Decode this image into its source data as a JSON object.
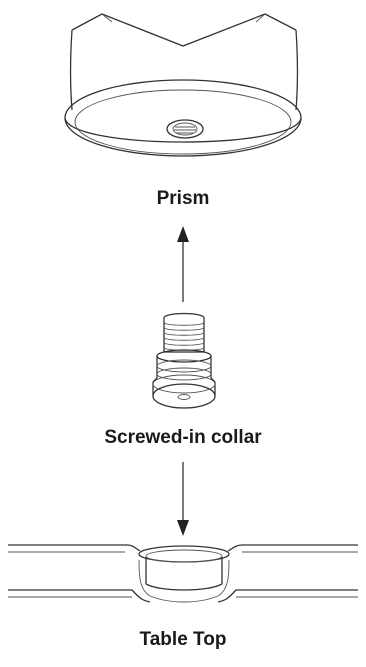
{
  "labels": {
    "prism": "Prism",
    "collar": "Screwed-in collar",
    "table_top": "Table Top"
  },
  "colors": {
    "stroke": "#333333",
    "text": "#1a1a1a",
    "background": "#ffffff"
  }
}
